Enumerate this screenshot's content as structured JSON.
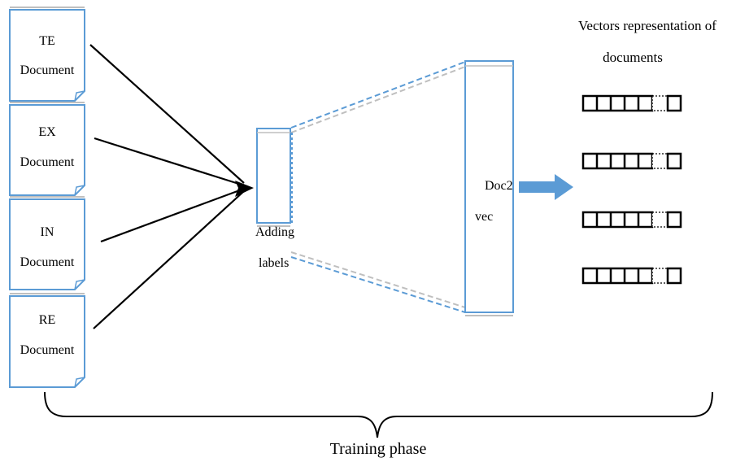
{
  "documents": [
    {
      "line1": "TE",
      "line2": "Document"
    },
    {
      "line1": "EX",
      "line2": "Document"
    },
    {
      "line1": "IN",
      "line2": "Document"
    },
    {
      "line1": "RE",
      "line2": "Document"
    }
  ],
  "labeling_box": {
    "line1": "Adding",
    "line2": "labels"
  },
  "model_box": {
    "line1": "Doc2",
    "line2": "vec"
  },
  "output": {
    "title_line1": "Vectors representation of",
    "title_line2": "documents"
  },
  "footer": {
    "label": "Training phase"
  },
  "colors": {
    "box_border": "#5b9bd5",
    "dashed_connector": "#9dc3e6",
    "arrow_fill": "#5b9bd5",
    "line": "#000000"
  }
}
